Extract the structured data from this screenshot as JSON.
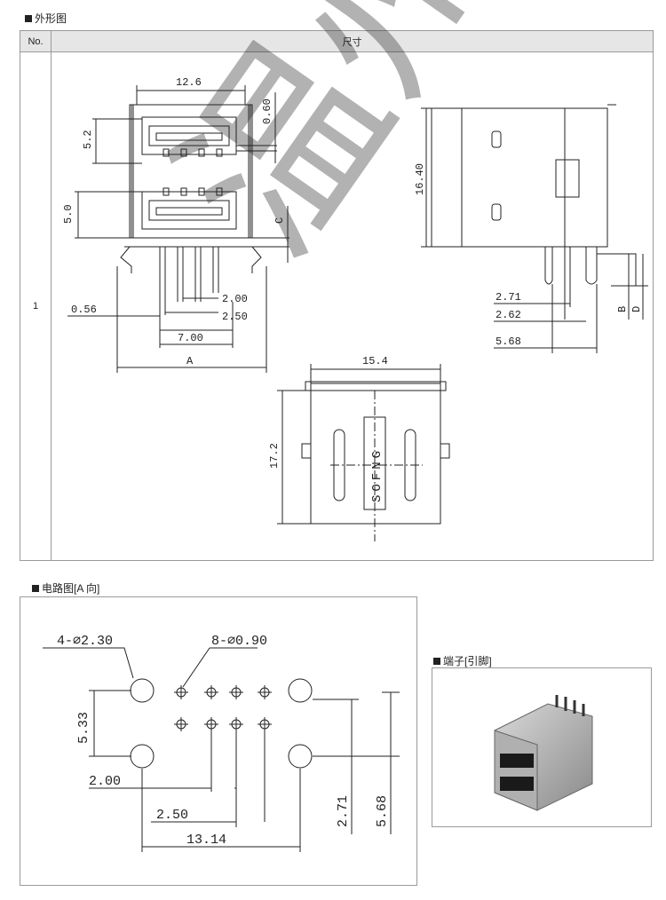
{
  "sections": {
    "outline": "外形图",
    "circuit": "电路图[A 向]",
    "terminal": "端子[引脚]"
  },
  "table": {
    "col_no": "No.",
    "col_size": "尺寸",
    "row_no": "1"
  },
  "dims": {
    "top_width": "12.6",
    "port_h1": "5.2",
    "port_h2": "5.0",
    "tab": "0.60",
    "c": "C",
    "pitch_200": "2.00",
    "pitch_250": "2.50",
    "pin_056": "0.56",
    "span_700": "7.00",
    "a": "A",
    "side_height": "16.40",
    "s_271": "2.71",
    "s_262": "2.62",
    "s_568": "5.68",
    "b": "B",
    "d": "D",
    "front_width": "15.4",
    "front_height": "17.2",
    "brand": "SOFNG"
  },
  "circuit": {
    "holes_large": "4-⌀2.30",
    "holes_small": "8-⌀0.90",
    "h_533": "5.33",
    "h_200": "2.00",
    "h_250": "2.50",
    "h_1314": "13.14",
    "h_271": "2.71",
    "h_568": "5.68"
  },
  "watermark": "温州一键"
}
